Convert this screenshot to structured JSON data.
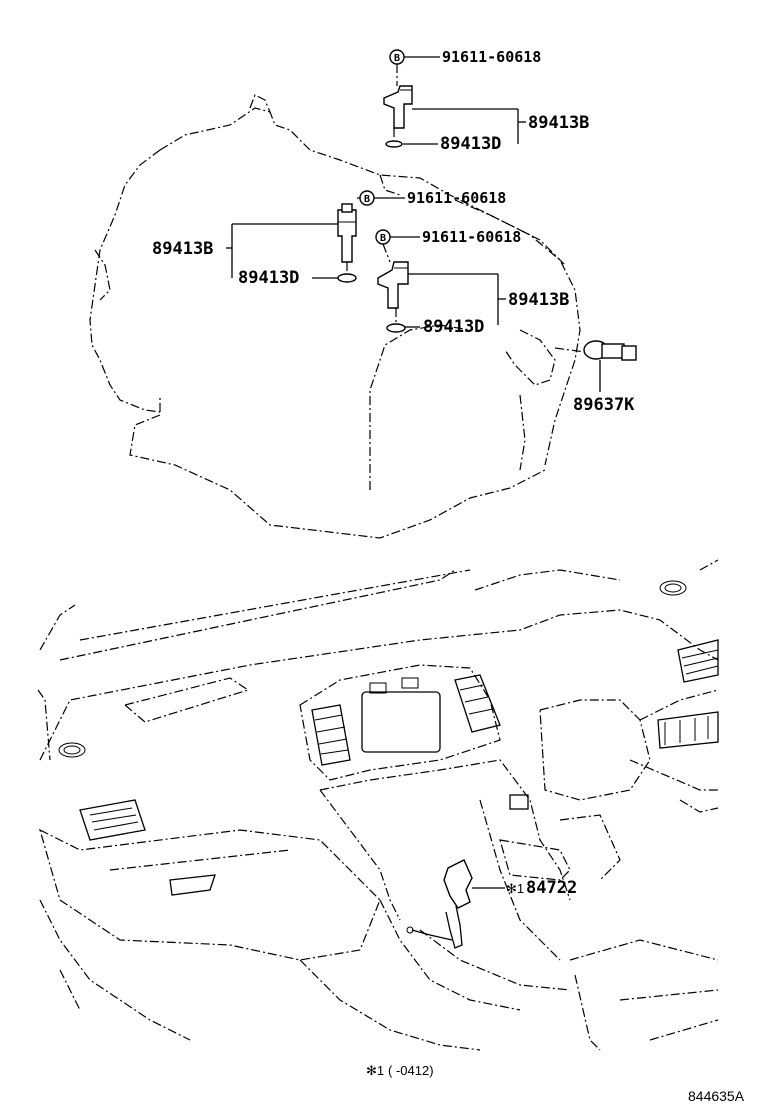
{
  "callouts": {
    "bolt_top": "91611-60618",
    "sensor_b_top": "89413B",
    "oring_top": "89413D",
    "bolt_mid": "91611-60618",
    "bolt_right": "91611-60618",
    "sensor_b_left": "89413B",
    "oring_left": "89413D",
    "sensor_b_right": "89413B",
    "oring_right": "89413D",
    "switch_k": "89637K",
    "cable": "84722"
  },
  "bolt_symbol": "B",
  "asterisk_mark": "✻1",
  "footnote": {
    "mark": "✻1",
    "text": "(   -0412)"
  },
  "figure_id": "844635A"
}
